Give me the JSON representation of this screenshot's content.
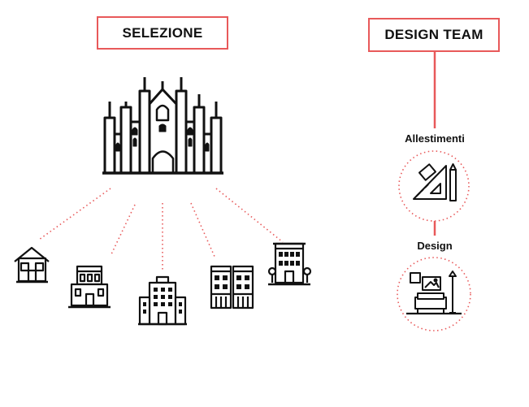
{
  "left_title": "SELEZIONE",
  "right_title": "DESIGN TEAM",
  "steps": [
    {
      "label": "Allestimenti",
      "icon": "drafting-tools-icon"
    },
    {
      "label": "Design",
      "icon": "living-room-icon"
    }
  ],
  "main_icon": "duomo-cathedral-icon",
  "property_icons": [
    "house-icon",
    "villa-icon",
    "office-building-icon",
    "townhouses-icon",
    "palazzo-icon"
  ],
  "colors": {
    "accent": "#e8595a",
    "ink": "#111111"
  }
}
